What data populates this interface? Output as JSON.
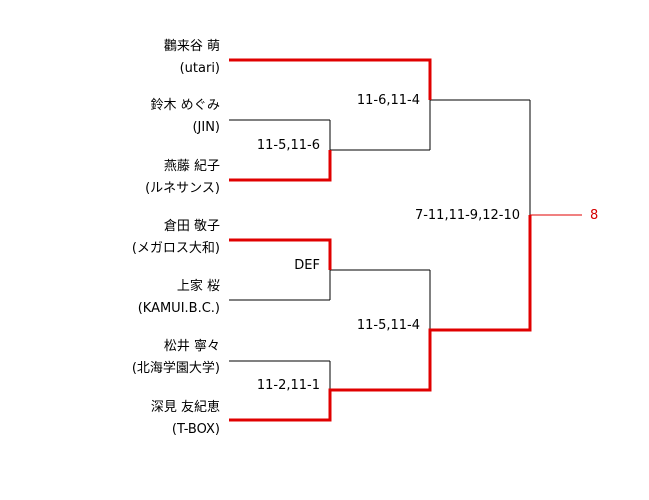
{
  "players": [
    {
      "name": "鸛来谷 萌",
      "team": "(utari)"
    },
    {
      "name": "鈴木 めぐみ",
      "team": "(JIN)"
    },
    {
      "name": "燕藤 紀子",
      "team": "(ルネサンス)"
    },
    {
      "name": "倉田 敬子",
      "team": "(メガロス大和)"
    },
    {
      "name": "上家 桜",
      "team": "(KAMUI.B.C.)"
    },
    {
      "name": "松井 寧々",
      "team": "(北海学園大学)"
    },
    {
      "name": "深見 友紀恵",
      "team": "(T-BOX)"
    }
  ],
  "scores": {
    "r1_m1": "11-5,11-6",
    "r1_m2": "DEF",
    "r1_m3": "11-2,11-1",
    "r2_m1": "11-6,11-4",
    "r2_m2": "11-5,11-4",
    "final": "7-11,11-9,12-10"
  },
  "result": "8",
  "colors": {
    "winner_line": "#e00000",
    "result_text": "#d40000",
    "line": "#000000"
  }
}
